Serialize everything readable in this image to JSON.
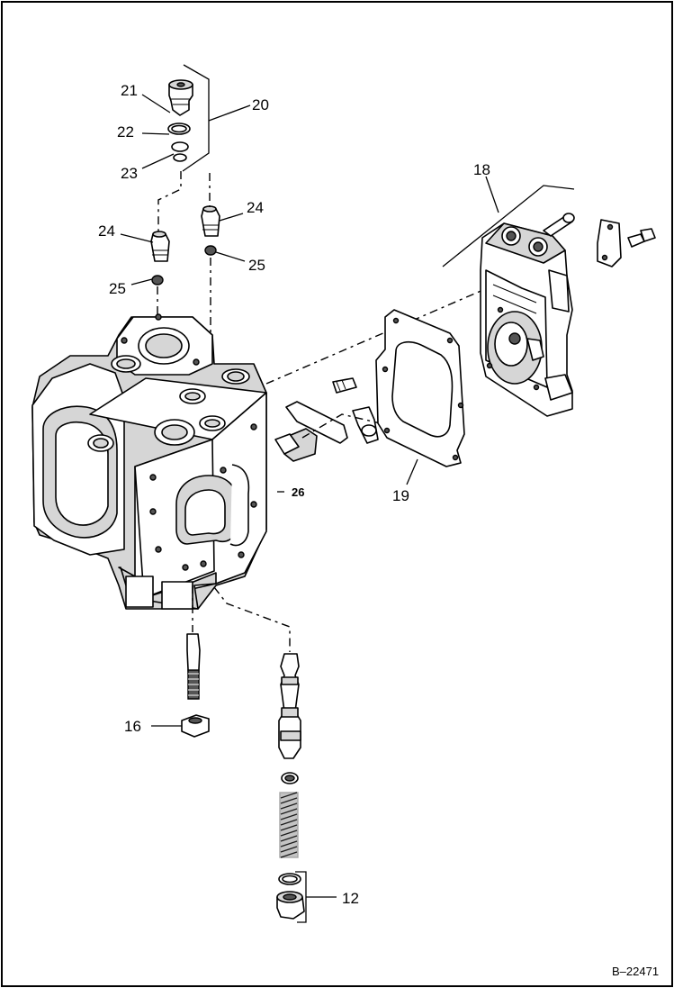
{
  "callouts": {
    "c21": "21",
    "c20": "20",
    "c22": "22",
    "c23": "23",
    "c24a": "24",
    "c24b": "24",
    "c25a": "25",
    "c25b": "25",
    "c18": "18",
    "c26": "26",
    "c19": "19",
    "c16": "16",
    "c12": "12"
  },
  "reference": "B–22471"
}
